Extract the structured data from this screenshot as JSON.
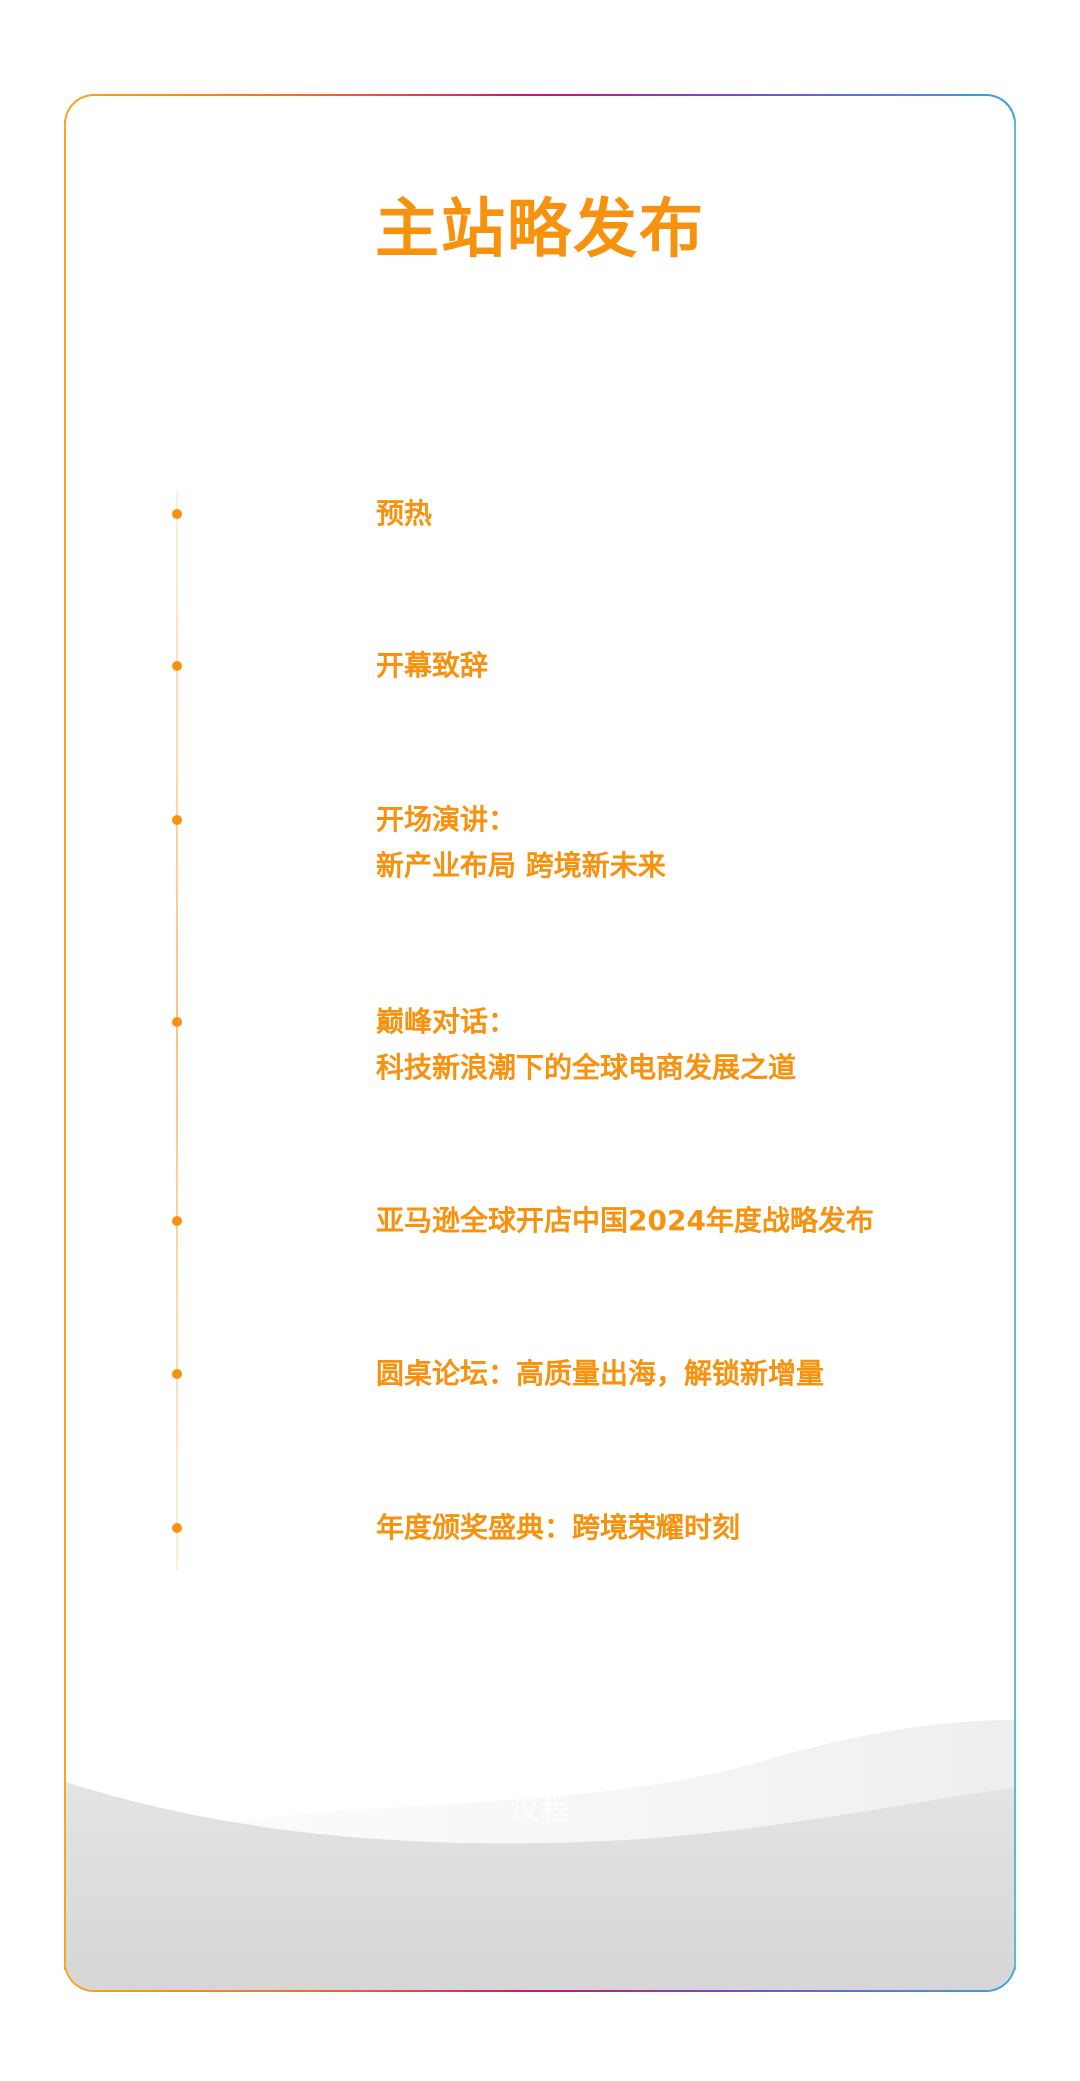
{
  "page": {
    "title": "主站略发布",
    "accent_color": "#f7920f",
    "border_gradient": [
      "#f5a623",
      "#c0187a",
      "#3aa5d6"
    ]
  },
  "agenda": {
    "items": [
      {
        "line1": "预热",
        "line2": ""
      },
      {
        "line1": "开幕致辞",
        "line2": ""
      },
      {
        "line1": "开场演讲：",
        "line2": "新产业布局 跨境新未来"
      },
      {
        "line1": "巅峰对话：",
        "line2": "科技新浪潮下的全球电商发展之道"
      },
      {
        "line1": "亚马逊全球开店中国2024年度战略发布",
        "line2": ""
      },
      {
        "line1": "圆桌论坛：高质量出海，解锁新增量",
        "line2": ""
      },
      {
        "line1": "年度颁奖盛典：跨境荣耀时刻",
        "line2": ""
      }
    ]
  },
  "footer": {
    "caption": "议程"
  }
}
